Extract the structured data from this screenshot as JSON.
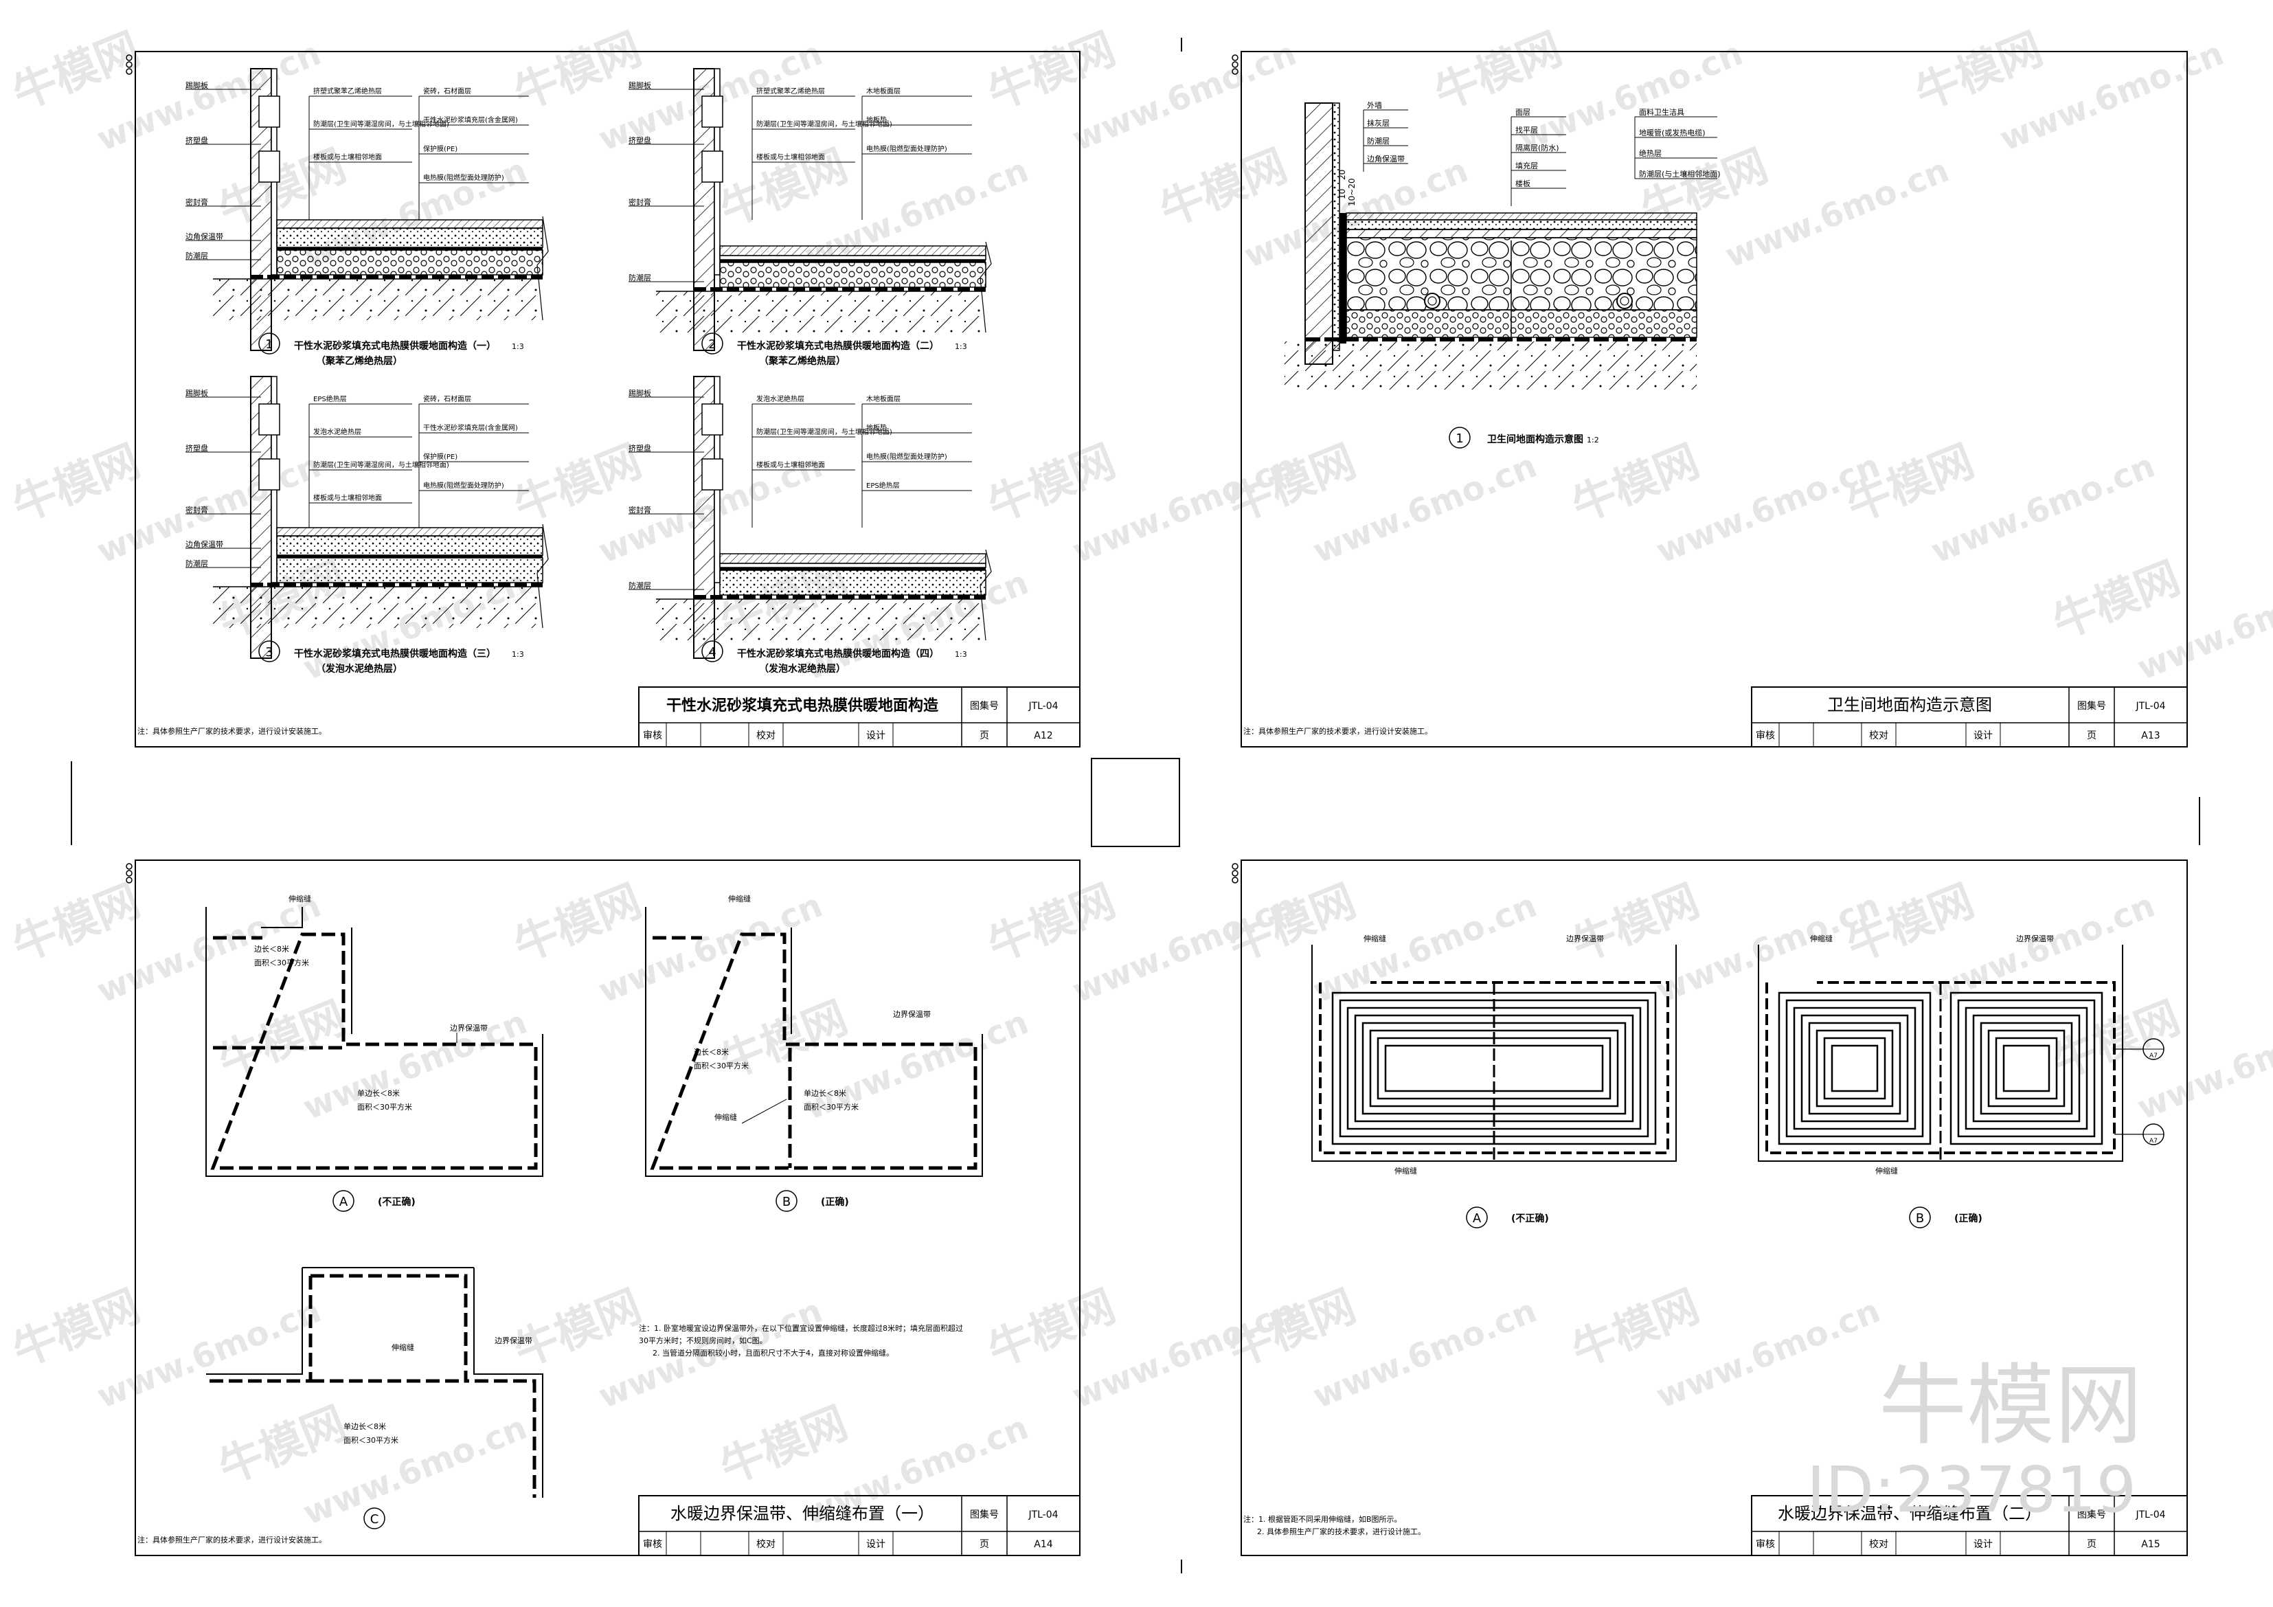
{
  "watermark": {
    "brand": "牛模网",
    "site": "www.6mo.cn",
    "id_label": "ID:237819"
  },
  "common": {
    "atlas_label": "图集号",
    "atlas_no": "JTL-04",
    "review_label": "审核",
    "check_label": "校对",
    "design_label": "设计",
    "page_label": "页",
    "note_manufacturer": "注：具体参照生产厂家的技术要求，进行设计安装施工。"
  },
  "sheet_a12": {
    "title": "干性水泥砂浆填充式电热膜供暖地面构造",
    "page_no": "A12",
    "d1": {
      "num": "1",
      "caption": "干性水泥砂浆填充式电热膜供暖地面构造（一）",
      "scale": "1:3",
      "sub": "（聚苯乙烯绝热层）",
      "left_labels": [
        "踢脚板",
        "挤塑盘",
        "密封膏",
        "边角保温带",
        "防潮层"
      ],
      "mid_labels": [
        "挤塑式聚苯乙烯绝热层",
        "防潮层(卫生间等潮湿房间，与土壤相邻地面)",
        "楼板或与土壤相邻地面"
      ],
      "right_labels": [
        "瓷砖，石材面层",
        "干性水泥砂浆填充层(含金属网)",
        "保护膜(PE)",
        "电热膜(阻燃型面处理防护)"
      ]
    },
    "d2": {
      "num": "2",
      "caption": "干性水泥砂浆填充式电热膜供暖地面构造（二）",
      "scale": "1:3",
      "sub": "（聚苯乙烯绝热层）",
      "left_labels": [
        "踢脚板",
        "挤塑盘",
        "密封膏",
        "防潮层"
      ],
      "mid_labels": [
        "挤塑式聚苯乙烯绝热层",
        "防潮层(卫生间等潮湿房间，与土壤相邻地面)",
        "楼板或与土壤相邻地面"
      ],
      "right_labels": [
        "木地板面层",
        "地板垫",
        "电热膜(阻燃型面处理防护)"
      ]
    },
    "d3": {
      "num": "3",
      "caption": "干性水泥砂浆填充式电热膜供暖地面构造（三）",
      "scale": "1:3",
      "sub": "（发泡水泥绝热层）",
      "left_labels": [
        "踢脚板",
        "挤塑盘",
        "密封膏",
        "边角保温带",
        "防潮层"
      ],
      "mid_labels": [
        "EPS绝热层",
        "发泡水泥绝热层",
        "防潮层(卫生间等潮湿房间，与土壤相邻地面)",
        "楼板或与土壤相邻地面"
      ],
      "right_labels": [
        "瓷砖，石材面层",
        "干性水泥砂浆填充层(含金属网)",
        "保护膜(PE)",
        "电热膜(阻燃型面处理防护)"
      ]
    },
    "d4": {
      "num": "4",
      "caption": "干性水泥砂浆填充式电热膜供暖地面构造（四）",
      "scale": "1:3",
      "sub": "（发泡水泥绝热层）",
      "left_labels": [
        "踢脚板",
        "挤塑盘",
        "密封膏",
        "防潮层"
      ],
      "mid_labels": [
        "发泡水泥绝热层",
        "防潮层(卫生间等潮湿房间，与土壤相邻地面)",
        "楼板或与土壤相邻地面"
      ],
      "right_labels": [
        "木地板面层",
        "地板垫",
        "电热膜(阻燃型面处理防护)",
        "EPS绝热层"
      ]
    }
  },
  "sheet_a13": {
    "title": "卫生间地面构造示意图",
    "page_no": "A13",
    "d1": {
      "num": "1",
      "caption": "卫生间地面构造示意图",
      "scale": "1:2",
      "left_labels": [
        "外墙",
        "抹灰层",
        "防潮层",
        "边角保温带"
      ],
      "mid_labels": [
        "面层",
        "找平层",
        "隔离层(防水)",
        "填充层",
        "楼板"
      ],
      "right_labels": [
        "面料卫生洁具",
        "地暖管(或发热电缆)",
        "绝热层",
        "防潮层(与土壤相邻地面)"
      ],
      "dims": [
        "10",
        "20",
        "10~20"
      ]
    }
  },
  "sheet_a14": {
    "title": "水暖边界保温带、伸缩缝布置（一）",
    "page_no": "A14",
    "plans": [
      {
        "letter": "A",
        "state": "(不正确)",
        "labels": [
          "伸缩缝",
          "边长＜8米",
          "面积＜30平方米",
          "边界保温带",
          "单边长＜8米",
          "面积＜30平方米"
        ]
      },
      {
        "letter": "B",
        "state": "(正确)",
        "labels": [
          "伸缩缝",
          "边界保温带",
          "边长＜8米",
          "面积＜30平方米",
          "伸缩缝",
          "单边长＜8米",
          "面积＜30平方米"
        ]
      },
      {
        "letter": "C",
        "state": "",
        "labels": [
          "伸缩缝",
          "边界保温带",
          "单边长＜8米",
          "面积＜30平方米"
        ]
      }
    ],
    "notes": [
      "注：1. 卧室地暖宜设边界保温带外，在以下位置宜设置伸缩缝，长度超过8米时；填充层面积超过",
      "   30平方米时；不规则房间时，如C图。",
      "2. 当管道分隔面积较小时，且面积尺寸不大于4，直接对称设置伸缩缝。"
    ]
  },
  "sheet_a15": {
    "title": "水暖边界保温带、伸缩缝布置（二）",
    "page_no": "A15",
    "plans": [
      {
        "letter": "A",
        "state": "(不正确)",
        "labels": [
          "伸缩缝",
          "边界保温带",
          "伸缩缝"
        ]
      },
      {
        "letter": "B",
        "state": "(正确)",
        "labels": [
          "伸缩缝",
          "边界保温带",
          "伸缩缝"
        ]
      }
    ],
    "callouts": [
      "A7",
      "A7"
    ],
    "notes": [
      "注：1. 根据管距不同采用伸缩缝，如B图所示。",
      "2. 具体参照生产厂家的技术要求，进行设计施工。"
    ]
  }
}
